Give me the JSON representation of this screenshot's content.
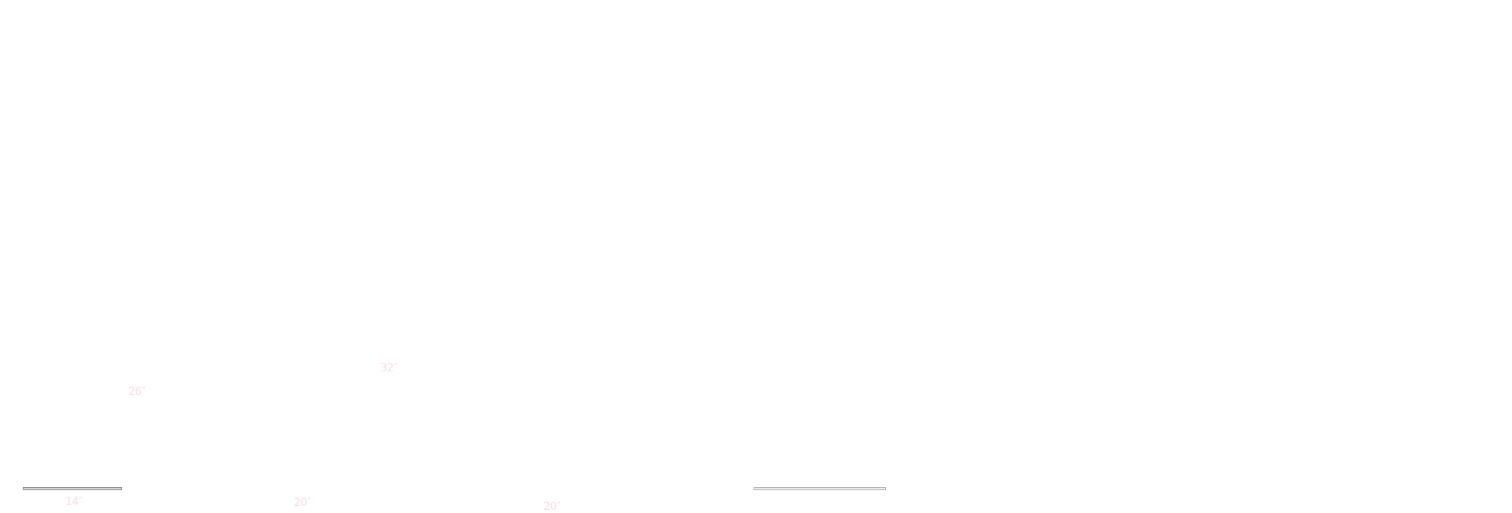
{
  "size_labels": [
    "32″",
    "26″",
    "14″",
    "20″",
    "20″"
  ],
  "colors": {
    "label": "#fbd9e3",
    "bar": "#8a8a8a"
  }
}
